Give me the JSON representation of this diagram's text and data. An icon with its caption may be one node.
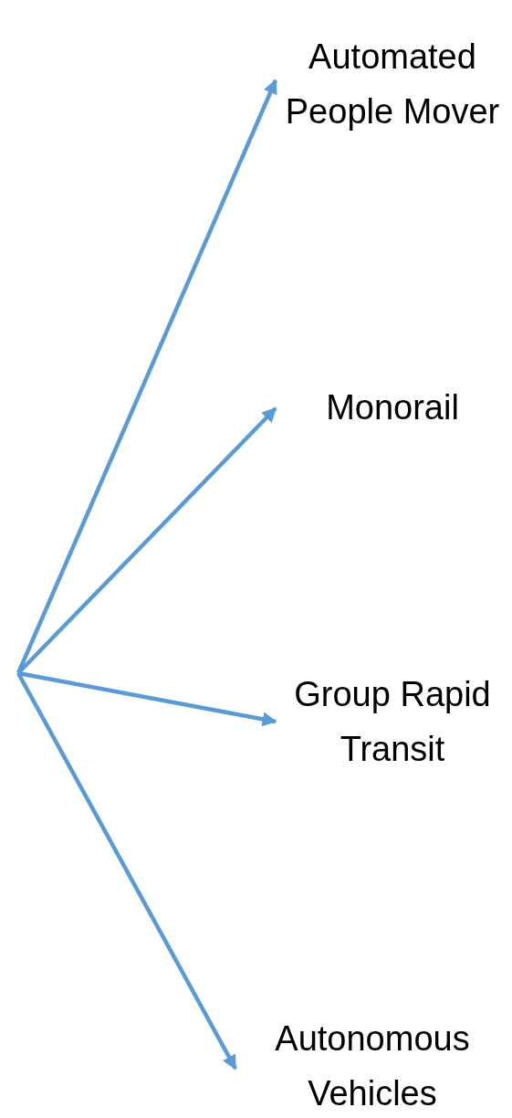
{
  "diagram": {
    "nodes": [
      {
        "text": [
          "Automated People Mover"
        ]
      },
      {
        "text": [
          "Monorail"
        ]
      },
      {
        "text": [
          "Group Rapid Transit"
        ]
      },
      {
        "text": [
          "Autonomous Vehicles"
        ]
      }
    ],
    "edges": [
      {
        "from": null,
        "to": 0,
        "arrow": "to"
      },
      {
        "from": null,
        "to": 1,
        "arrow": "to"
      },
      {
        "from": null,
        "to": 2,
        "arrow": "to"
      },
      {
        "from": null,
        "to": 3,
        "arrow": "to"
      }
    ]
  }
}
